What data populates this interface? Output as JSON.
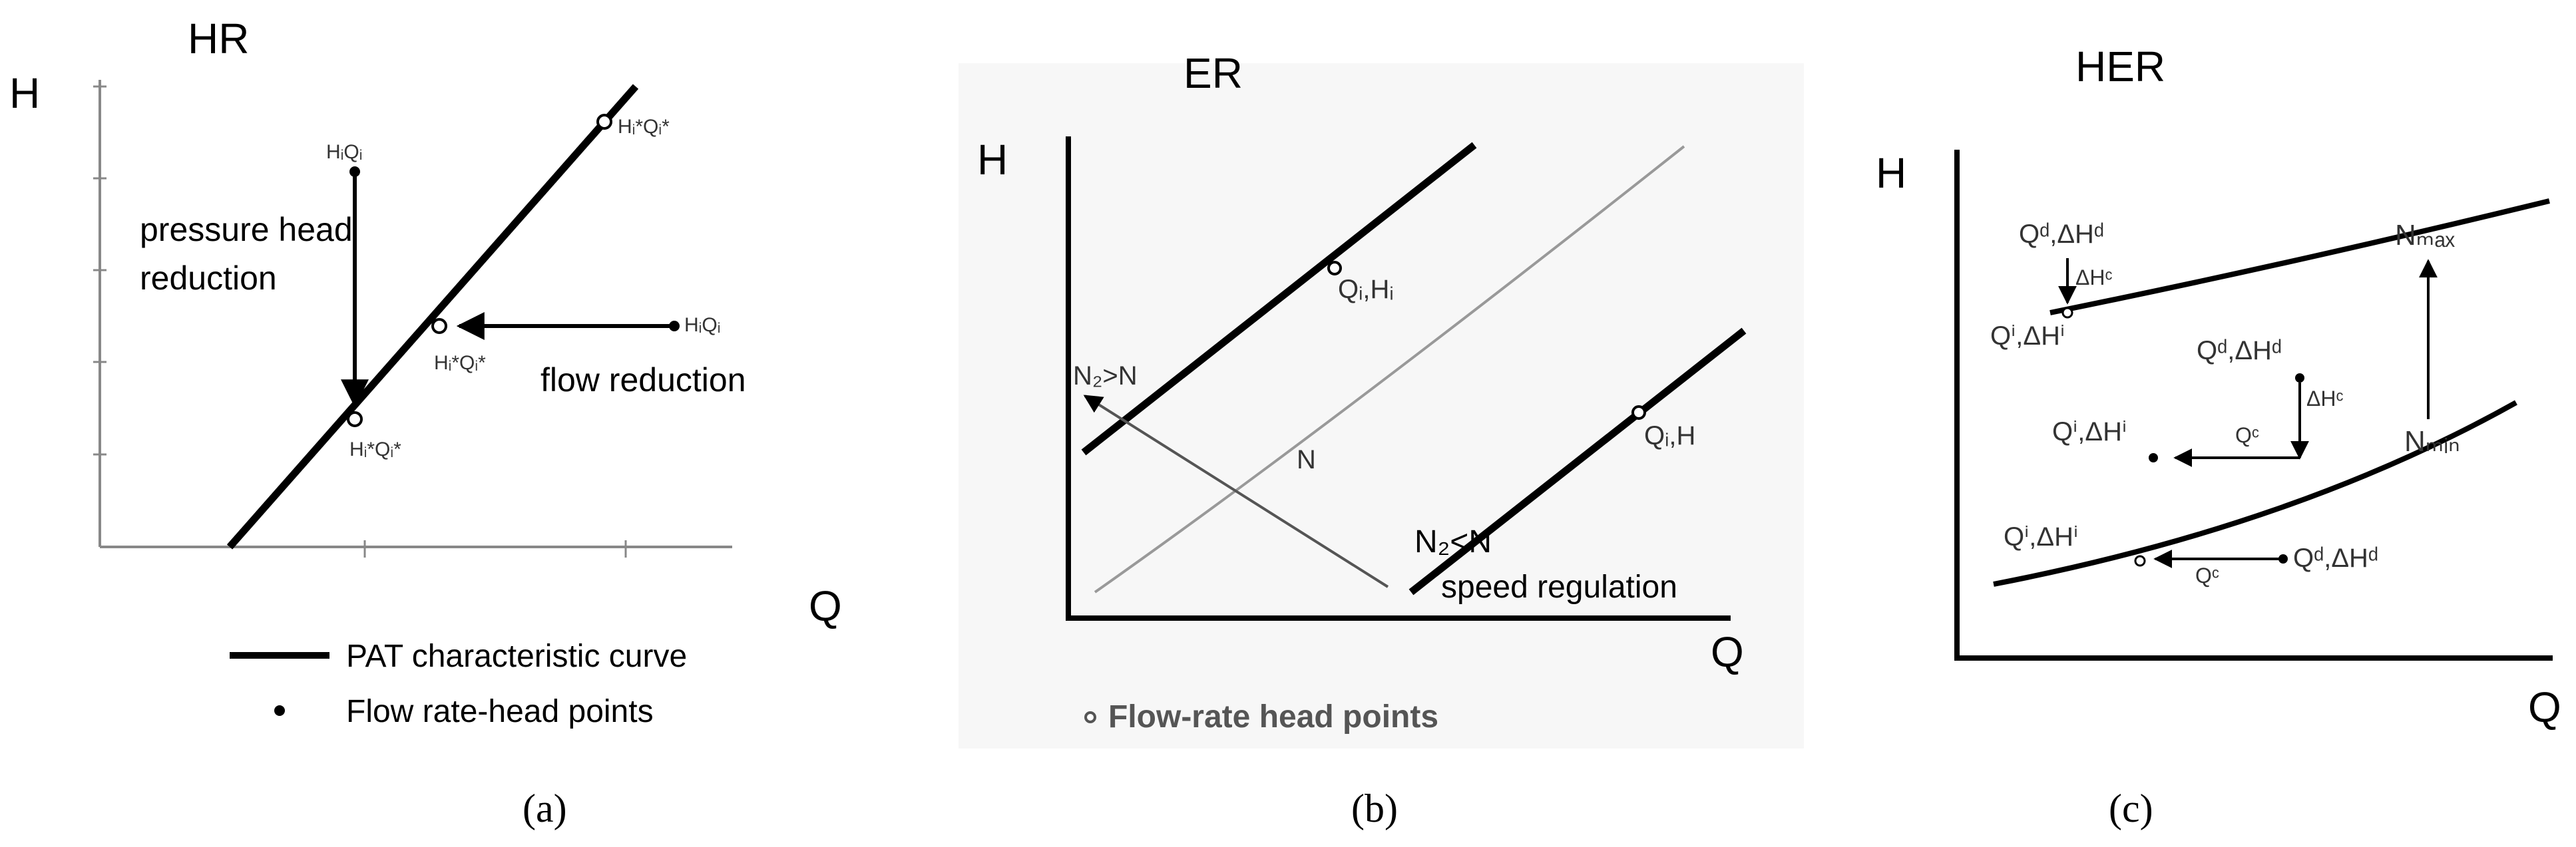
{
  "panel_a": {
    "title": "HR",
    "axis_y": "H",
    "axis_x": "Q",
    "pt_top": "HᵢQᵢ",
    "pt_upper": "Hᵢ*Qᵢ*",
    "pt_mid": "Hᵢ*Qᵢ*",
    "pt_right": "HᵢQᵢ",
    "pt_low": "Hᵢ*Qᵢ*",
    "pressure_line1": "pressure head",
    "pressure_line2": "reduction",
    "flow_label": "flow reduction",
    "legend_curve": "PAT characteristic curve",
    "legend_points": "Flow rate-head points",
    "caption": "(a)"
  },
  "panel_b": {
    "title": "ER",
    "axis_y": "H",
    "axis_x": "Q",
    "pt_upper": "Qᵢ,Hᵢ",
    "pt_lower": "Qᵢ,H",
    "label_n2_gt": "N₂>N",
    "label_n": "N",
    "label_n2_lt": "N₂<N",
    "speed_label": "speed regulation",
    "legend_points": "Flow-rate head points",
    "caption": "(b)"
  },
  "panel_c": {
    "title": "HER",
    "axis_y": "H",
    "axis_x": "Q",
    "qd_top": "Qᵈ,ΔHᵈ",
    "dh_top": "ΔHᶜ",
    "qi_top": "Qⁱ,ΔHⁱ",
    "n_max": "Nₘₐₓ",
    "qd_mid": "Qᵈ,ΔHᵈ",
    "dh_mid": "ΔHᶜ",
    "qi_mid": "Qⁱ,ΔHⁱ",
    "qc_mid": "Qᶜ",
    "n_min": "Nₘᵢₙ",
    "qi_low": "Qⁱ,ΔHⁱ",
    "qc_low": "Qᶜ",
    "qd_low": "Qᵈ,ΔHᵈ",
    "caption": "(c)"
  }
}
